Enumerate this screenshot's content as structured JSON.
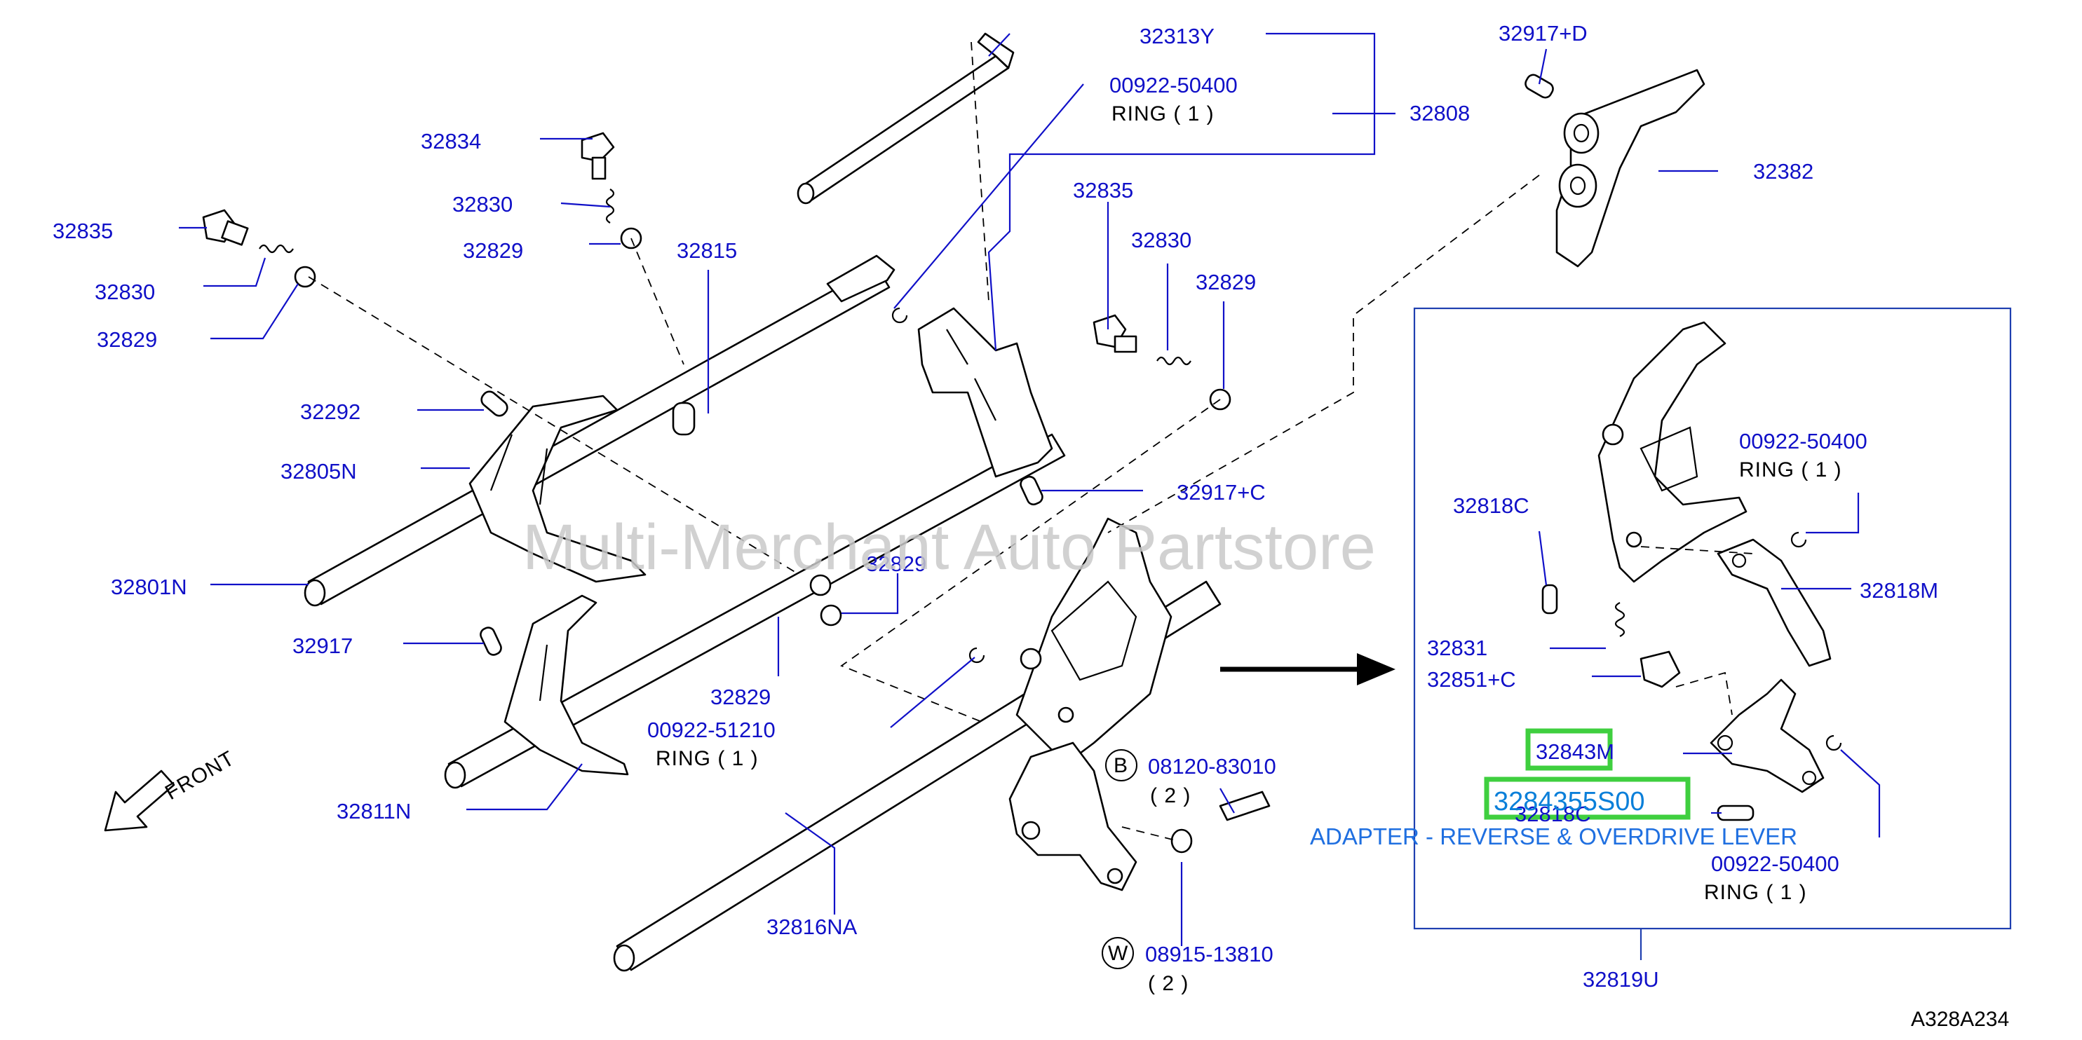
{
  "labels": {
    "p32313Y": "32313Y",
    "p32808": "32808",
    "ring_a_num": "00922-50400",
    "ring_a_txt": "RING    (    1    )",
    "p32917D": "32917+D",
    "p32382": "32382",
    "p32834": "32834",
    "p32830a": "32830",
    "p32829a": "32829",
    "p32815": "32815",
    "p32835a": "32835",
    "p32830b": "32830",
    "p32829b": "32829",
    "p32835b": "32835",
    "p32830c": "32830",
    "p32829c": "32829",
    "p32292": "32292",
    "p32805N": "32805N",
    "p32917C": "32917+C",
    "p32801N": "32801N",
    "p32829d": "32829",
    "p32917": "32917",
    "p32829e": "32829",
    "ring_b_num": "00922-51210",
    "ring_b_txt": "RING   (   1   )",
    "p32811N": "32811N",
    "b_code": "B",
    "p08120": "08120-83010",
    "p08120_qty": "(   2   )",
    "w_code": "W",
    "p08915": "08915-13810",
    "p08915_qty": "(   2   )",
    "p32816NA": "32816NA",
    "front": "FRONT",
    "ring_c_num": "00922-50400",
    "ring_c_txt": "RING    (    1    )",
    "p32818C_a": "32818C",
    "p32818M": "32818M",
    "p32831": "32831",
    "p32851C": "32851+C",
    "p32843M": "32843M",
    "p3284355S00": "3284355S00",
    "p32818C_b": "32818C",
    "adapter_desc": "ADAPTER - REVERSE & OVERDRIVE LEVER",
    "ring_d_num": "00922-50400",
    "ring_d_txt": "RING    (    1    )",
    "p32819U": "32819U",
    "diagram_code": "A328A234",
    "watermark": "Multi-Merchant Auto Partstore"
  },
  "colors": {
    "label": "#1010c8",
    "highlight_box": "#3fcf3f",
    "highlight_text": "#0a7fd9",
    "watermark": "#c9c9c9"
  }
}
